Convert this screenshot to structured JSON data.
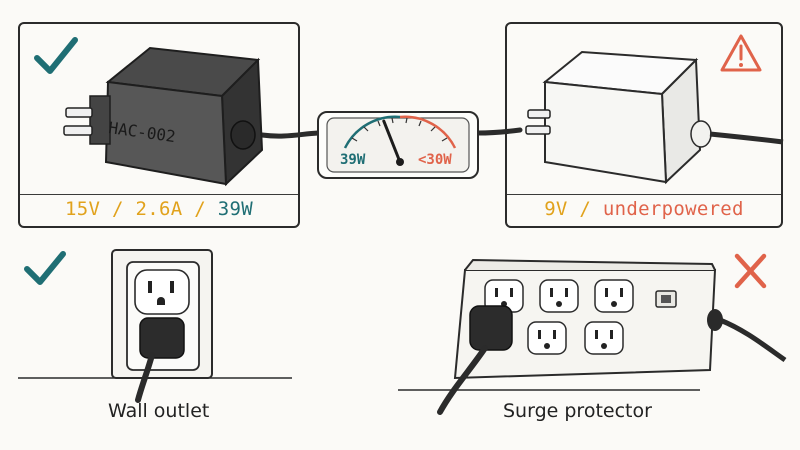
{
  "adapter": {
    "model": "HAC-002",
    "voltage": "15V",
    "current": "2.6A",
    "wattage": "39W",
    "separator": "/"
  },
  "alternative": {
    "voltage": "9V",
    "status": "underpowered",
    "separator": "/"
  },
  "meter": {
    "left_value": "39W",
    "right_value": "<30W",
    "needle_fraction": 0.38
  },
  "outlets": {
    "wall_label": "Wall outlet",
    "surge_label": "Surge protector"
  },
  "colors": {
    "orange": "#e1a21c",
    "teal": "#1f6e74",
    "red": "#e0634a",
    "ink": "#2b2b2b"
  },
  "icons": {
    "top_left": "check-icon",
    "top_right": "warning-icon",
    "bottom_left": "check-icon",
    "bottom_right": "cross-icon"
  }
}
